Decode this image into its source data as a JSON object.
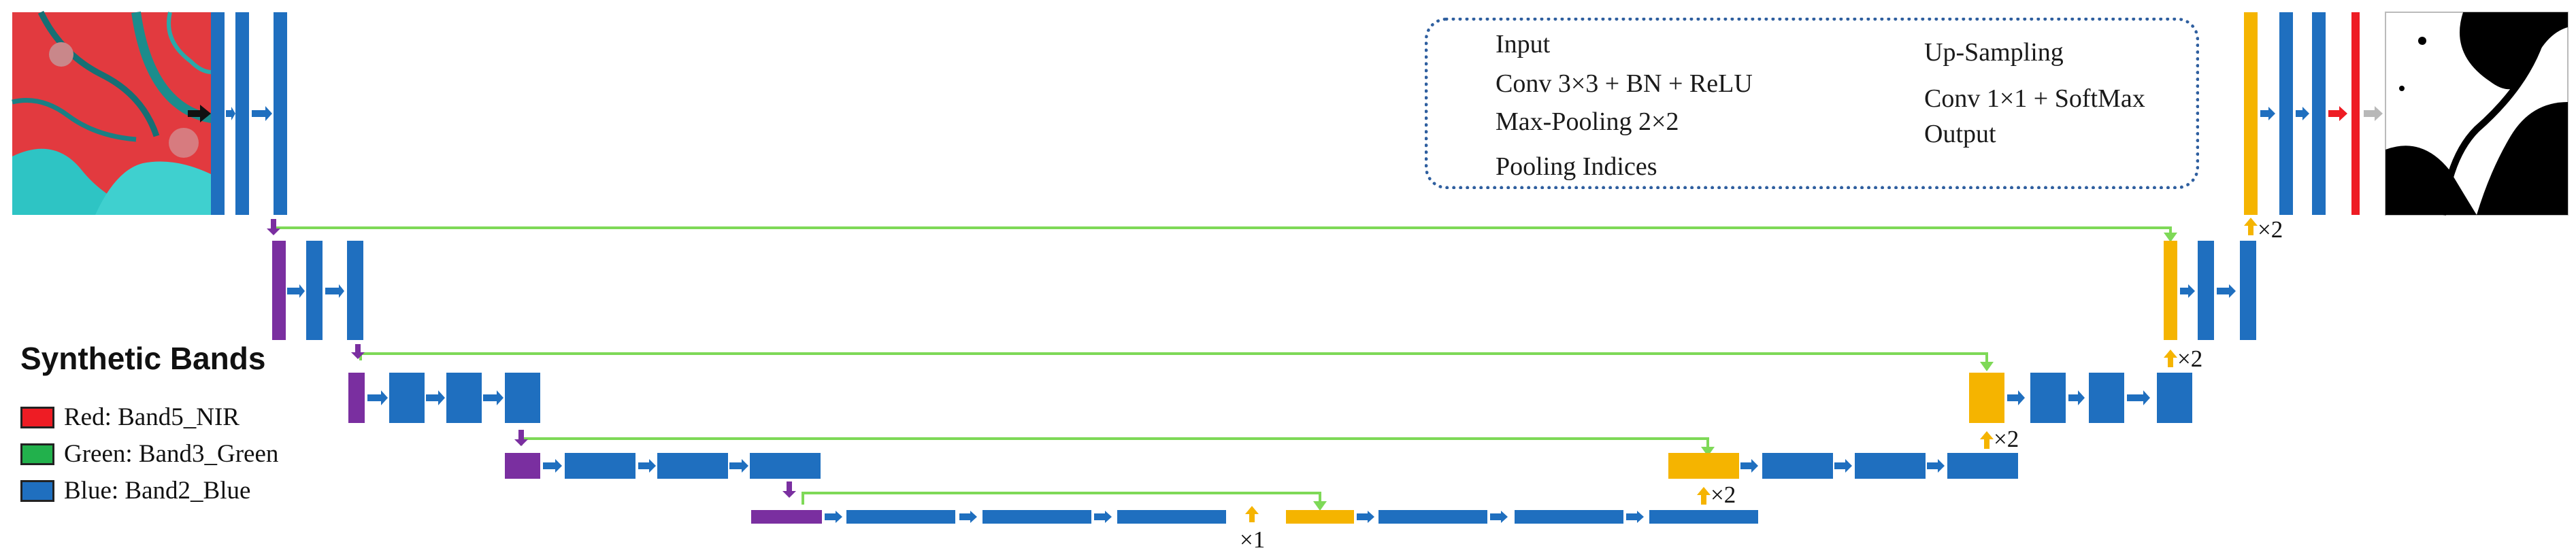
{
  "legend": {
    "input": "Input",
    "conv": "Conv 3×3 + BN + ReLU",
    "maxpool": "Max-Pooling 2×2",
    "indices": "Pooling Indices",
    "upsample": "Up-Sampling",
    "softmax": "Conv 1×1 + SoftMax",
    "output": "Output"
  },
  "bands": {
    "title": "Synthetic Bands",
    "items": [
      {
        "label": "Red: Band5_NIR",
        "color": "#ee1c24"
      },
      {
        "label": "Green: Band3_Green",
        "color": "#22b14c"
      },
      {
        "label": "Blue: Band2_Blue",
        "color": "#1f6fbf"
      }
    ]
  },
  "multipliers": {
    "m1": "×1",
    "m2a": "×2",
    "m2b": "×2",
    "m2c": "×2",
    "m2d": "×2"
  },
  "colors": {
    "conv": "#1f6fbf",
    "pool": "#7a2fa0",
    "up": "#f5b400",
    "softmax": "#ee1c24",
    "output": "#b8b8b8",
    "indices": "#7ed957",
    "input": "#111111"
  },
  "icons": {
    "input_image": "satellite-false-color-image",
    "output_image": "binary-water-mask"
  }
}
